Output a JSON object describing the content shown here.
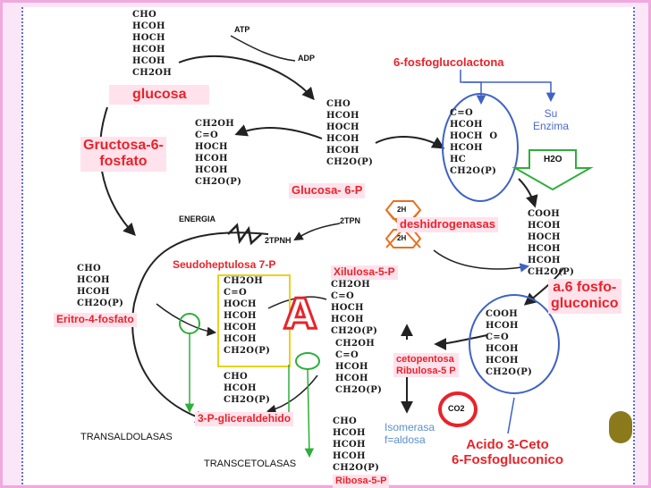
{
  "labels": {
    "fosfoglucolactona": "6-fosfoglucolactona",
    "glucosa": "glucosa",
    "su_enzima": "Su\nEnzima",
    "gructosa": "Gructosa-6-\nfosfato",
    "glucosa6p": "Glucosa- 6-P",
    "deshidrogenasas": "deshidrogenasas",
    "seudoheptulosa": "Seudoheptulosa 7-P",
    "xilulosa": "Xilulosa-5-P",
    "a6fosfo": "a.6 fosfo-\ngluconico",
    "eritro": "Eritro-4-fosfato",
    "big_a": "A",
    "cetopentosa": "cetopentosa\nRibulosa-5 P",
    "gliceraldehido": "3-P-gliceraldehido",
    "isomerasa": "Isomerasa\nf=aldosa",
    "transaldolasas": "TRANSALDOLASAS",
    "acido": "Acido 3-Ceto\n6-Fosfogluconico",
    "transcetolasas": "TRANSCETOLASAS",
    "ribosa": "Ribosa-5-P"
  },
  "diagram_text": {
    "atp": "ATP",
    "adp": "ADP",
    "energia": "ENERGIA",
    "tpn": "2TPN",
    "tpnh": "2TPNH",
    "h2_a": "2H",
    "h2_b": "2H",
    "h2o": "H2O",
    "co2": "CO2",
    "s_glucose": "CHO\nHCOH\nHOCH\nHCOH\nHCOH\nCH2OH",
    "s_g6p": "CHO\nHCOH\nHOCH\nHCOH\nHCOH\nCH2O(P)",
    "s_f6p": "CH2OH\nC=O\nHOCH\nHCOH\nHCOH\nCH2O(P)",
    "s_lactone": "C=O\nHCOH\nHOCH  O\nHCOH\nHC\nCH2O(P)",
    "s_6pg": "COOH\nHCOH\nHOCH\nHCOH\nHCOH\nCH2O(P)",
    "s_keto6pg": "COOH\nHCOH\nC=O\nHCOH\nHCOH\nCH2O(P)",
    "s_s7p": "CH2OH\nC=O\nHOCH\nHCOH\nHCOH\nHCOH\nCH2O(P)",
    "s_x5p": "CH2OH\nC=O\nHOCH\nHCOH\nCH2O(P)",
    "s_ru5p": "CH2OH\nC=O\nHCOH\nHCOH\nCH2O(P)",
    "s_e4p": "CHO\nHCOH\nHCOH\nCH2O(P)",
    "s_g3p": "CHO\nHCOH\nCH2O(P)",
    "s_r5p": "CHO\nHCOH\nHCOH\nHCOH\nCH2O(P)"
  },
  "colors": {
    "red_label": "#e8232a",
    "blue_ring": "#3f62c4",
    "green": "#2fae3a",
    "yellow_box": "#e8d21c",
    "orange_hex": "#e87020"
  }
}
